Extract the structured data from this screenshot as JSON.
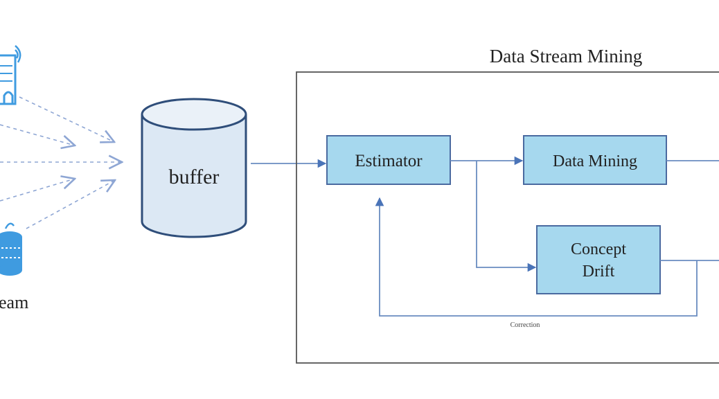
{
  "title": "Data Stream Mining",
  "buffer_label": "buffer",
  "source_label_fragment": "eam",
  "boxes": {
    "estimator": "Estimator",
    "data_mining": "Data Mining",
    "concept_drift_line1": "Concept",
    "concept_drift_line2": "Drift"
  },
  "correction_label": "Correction",
  "icons": {
    "building": "building-icon",
    "database": "database-icon"
  },
  "colors": {
    "box_fill": "#a6d8ee",
    "box_stroke": "#4a6aa0",
    "arrow": "#6a8cc0",
    "dashed_arrow": "#8ea6d4",
    "icon_blue": "#3f9be0",
    "frame": "#555555",
    "cylinder_fill": "#dce8f4",
    "cylinder_stroke": "#2f4e7a"
  }
}
